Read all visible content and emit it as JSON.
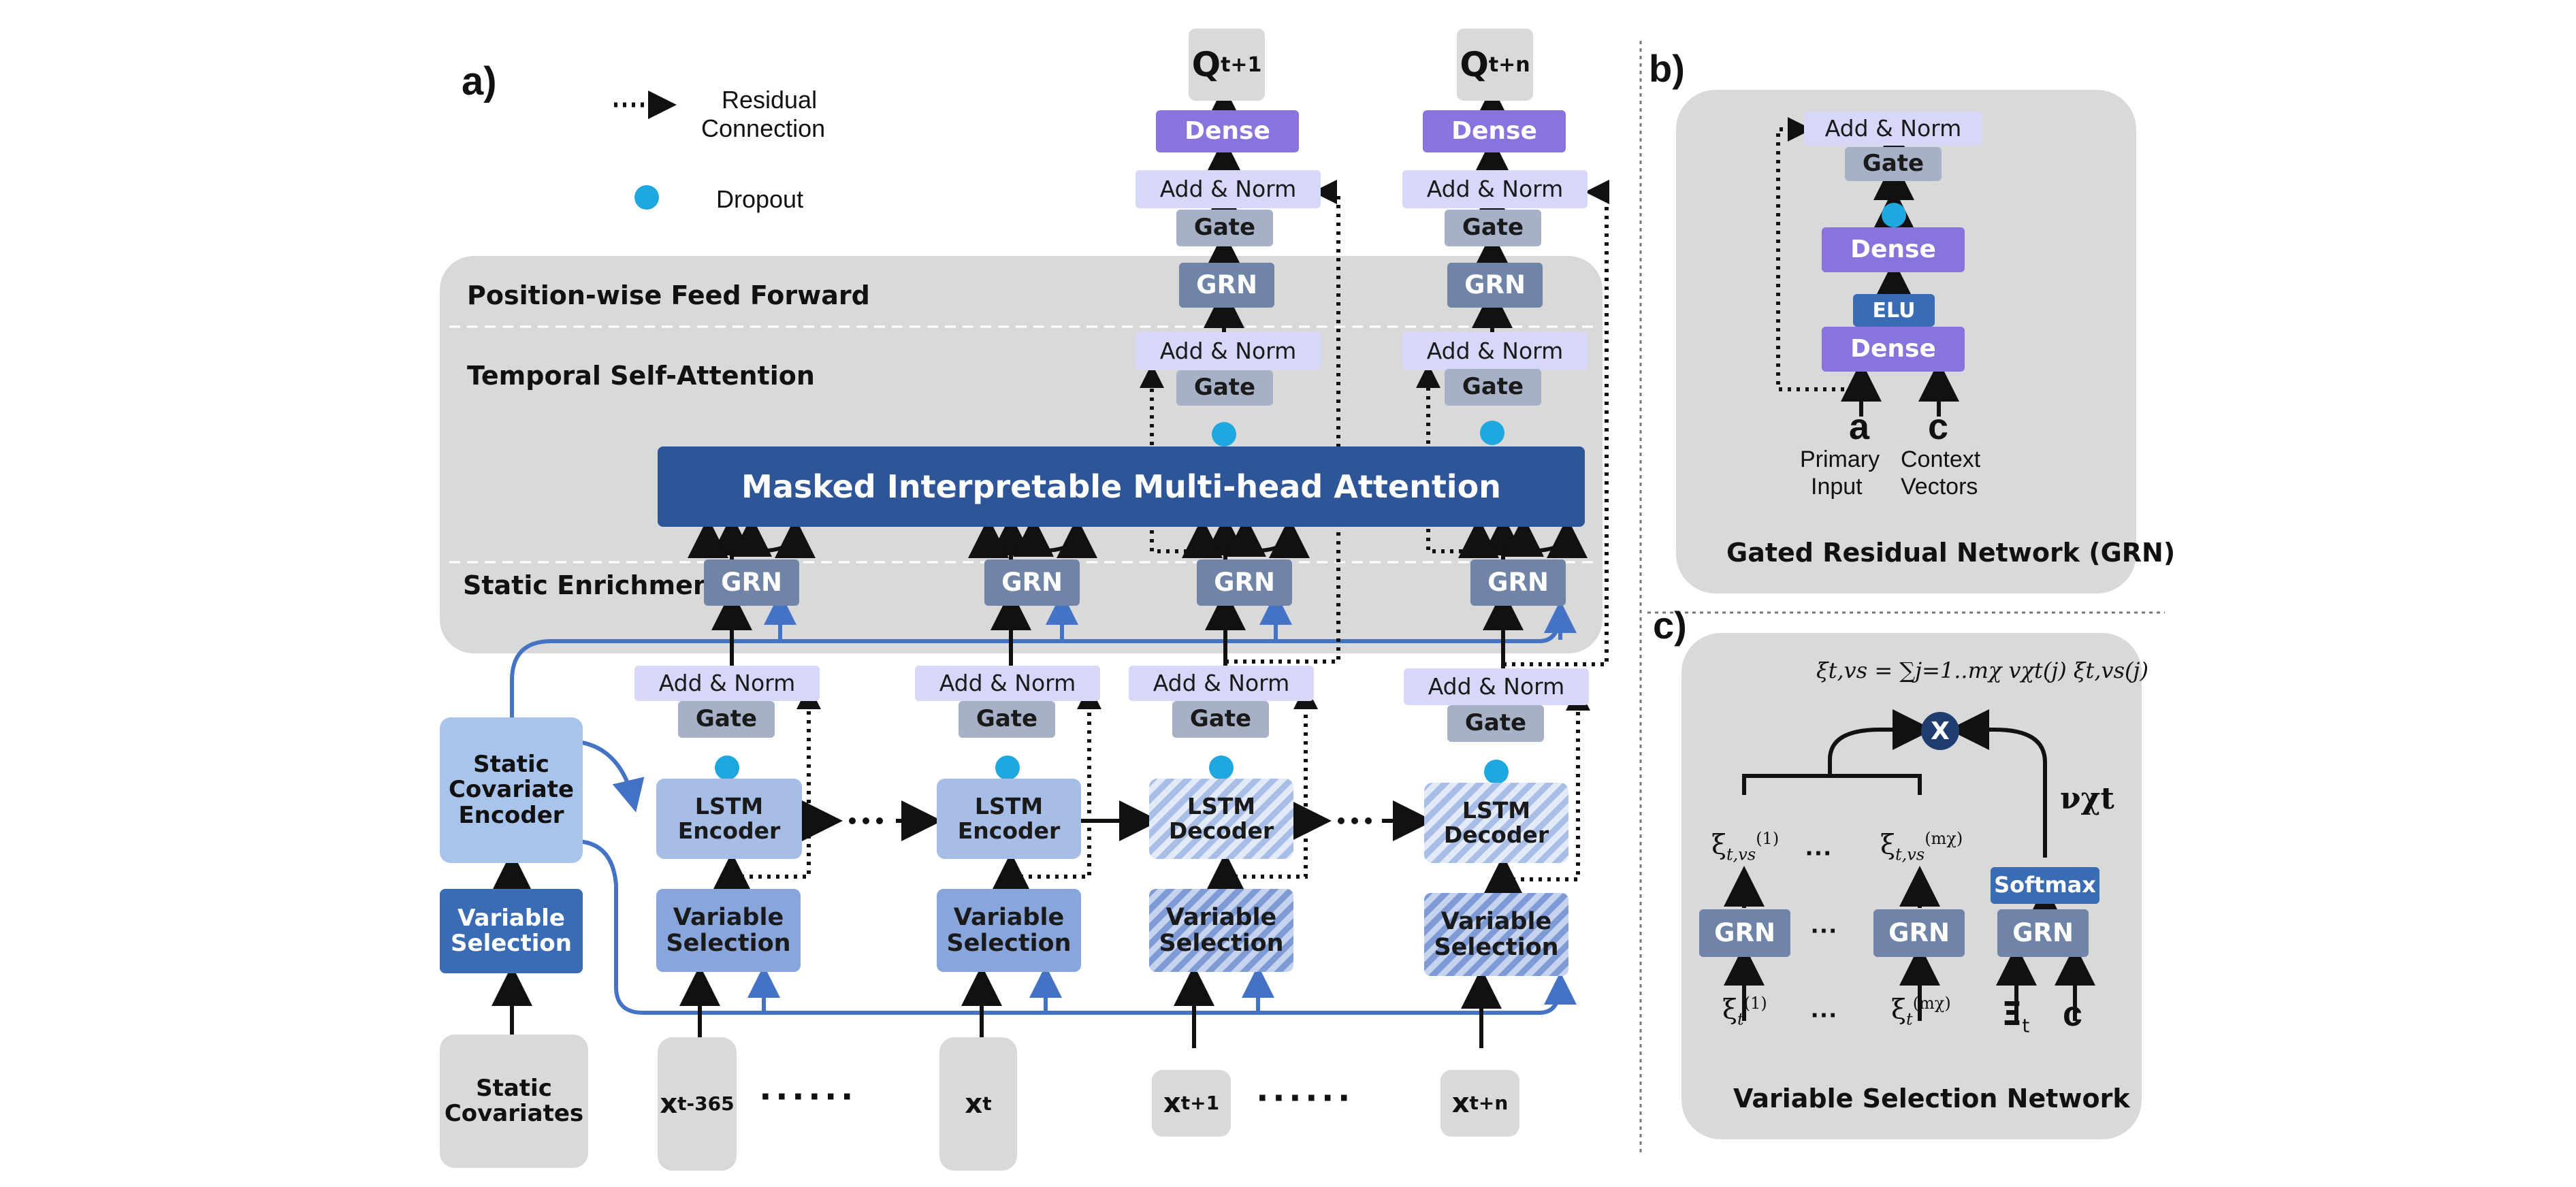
{
  "panel_labels": {
    "a": "a)",
    "b": "b)",
    "c": "c)"
  },
  "legend": {
    "residual": [
      "Residual",
      "Connection"
    ],
    "dropout": "Dropout"
  },
  "sections": {
    "ff": "Position-wise Feed Forward",
    "attn": "Temporal Self-Attention",
    "enrich": "Static Enrichment"
  },
  "mha": "Masked Interpretable Multi-head Attention",
  "blocks": {
    "grn": "GRN",
    "gate": "Gate",
    "addnorm": "Add & Norm",
    "dense": "Dense",
    "elu": "ELU",
    "softmax": "Softmax",
    "lstm_enc": [
      "LSTM",
      "Encoder"
    ],
    "lstm_dec": [
      "LSTM",
      "Decoder"
    ],
    "varsel": [
      "Variable",
      "Selection"
    ],
    "sce": [
      "Static",
      "Covariate",
      "Encoder"
    ],
    "static_cov": [
      "Static",
      "Covariates"
    ]
  },
  "outputs": [
    {
      "base": "Q",
      "sub": "t+1"
    },
    {
      "base": "Q",
      "sub": "t+n"
    }
  ],
  "inputs": [
    {
      "base": "x",
      "sub": "t-365"
    },
    {
      "base": "x",
      "sub": "t"
    },
    {
      "base": "x",
      "sub": "t+1"
    },
    {
      "base": "x",
      "sub": "t+n"
    }
  ],
  "ellipsis": "······",
  "grn_panel": {
    "a": "a",
    "c": "c",
    "primary": [
      "Primary",
      "Input"
    ],
    "context": [
      "Context",
      "Vectors"
    ],
    "title": "Gated Residual Network (GRN)"
  },
  "vsn_panel": {
    "title": "Variable Selection Network",
    "formula": "ξt,vs = ∑j=1..mχ vχt(j) ξt,vs(j)",
    "weights": "νχt",
    "xi_in": [
      "ξ",
      "Ξ",
      "c"
    ]
  },
  "colors": {
    "panel": "#d9d9d9",
    "mha": "#2e5597",
    "grn": "#6f84a6",
    "gate": "#a6b0c6",
    "addnorm": "#d7d7f9",
    "dense": "#8a73dc",
    "dropout": "#1fa8e0",
    "static_line": "#4472c4"
  }
}
